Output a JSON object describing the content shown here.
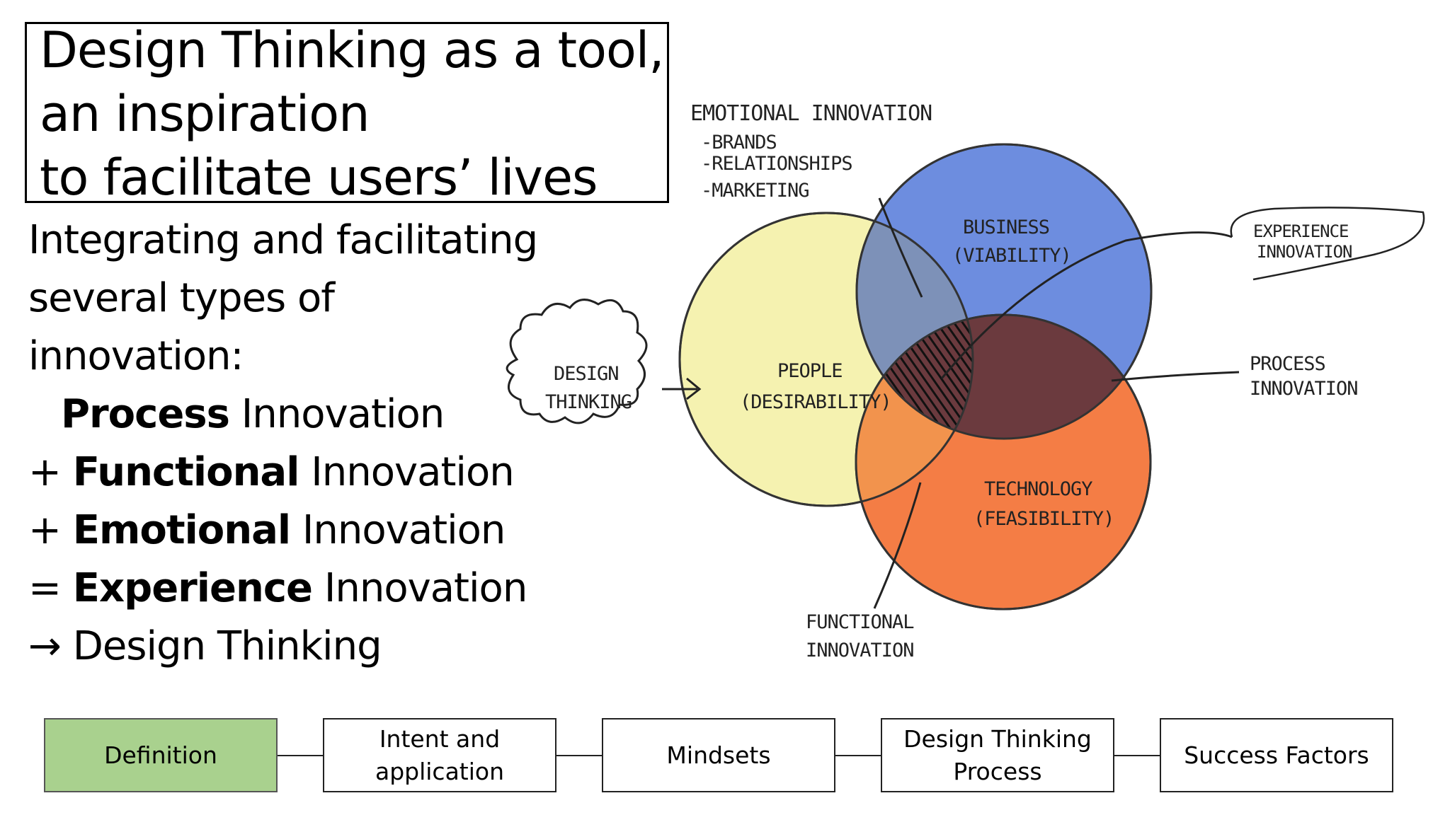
{
  "title": {
    "line1": "Design Thinking as a tool,",
    "line2": "an inspiration",
    "line3": "to facilitate users’ lives"
  },
  "intro": {
    "line1": "Integrating and facilitating",
    "line2": "several types of",
    "line3": "innovation:"
  },
  "innovations": [
    {
      "prefix": "",
      "bold": "Process",
      "rest": " Innovation"
    },
    {
      "prefix": "+ ",
      "bold": "Functional",
      "rest": " Innovation"
    },
    {
      "prefix": "+ ",
      "bold": "Emotional",
      "rest": " Innovation"
    },
    {
      "prefix": "= ",
      "bold": "Experience",
      "rest": " Innovation"
    }
  ],
  "conclusion": "→ Design Thinking",
  "diagram": {
    "emotional_title": "EMOTIONAL INNOVATION",
    "emotional_items": [
      "-BRANDS",
      "-RELATIONSHIPS",
      "-MARKETING"
    ],
    "design_thinking": [
      "DESIGN",
      "THINKING"
    ],
    "people": [
      "PEOPLE",
      "(DESIRABILITY)"
    ],
    "business": [
      "BUSINESS",
      "(VIABILITY)"
    ],
    "technology": [
      "TECHNOLOGY",
      "(FEASIBILITY)"
    ],
    "experience": [
      "EXPERIENCE",
      "INNOVATION"
    ],
    "process": [
      "PROCESS",
      "INNOVATION"
    ],
    "functional": [
      "FUNCTIONAL",
      "INNOVATION"
    ],
    "colors": {
      "people": "#f5f2b0",
      "business": "#6d8ddf",
      "technology": "#f47d45",
      "overlap": "#6b3a3e"
    }
  },
  "nav": {
    "items": [
      {
        "label1": "Definition",
        "label2": ""
      },
      {
        "label1": "Intent and",
        "label2": "application"
      },
      {
        "label1": "Mindsets",
        "label2": ""
      },
      {
        "label1": "Design Thinking",
        "label2": "Process"
      },
      {
        "label1": "Success Factors",
        "label2": ""
      }
    ],
    "active_index": 0,
    "active_color": "#a9d18e"
  }
}
